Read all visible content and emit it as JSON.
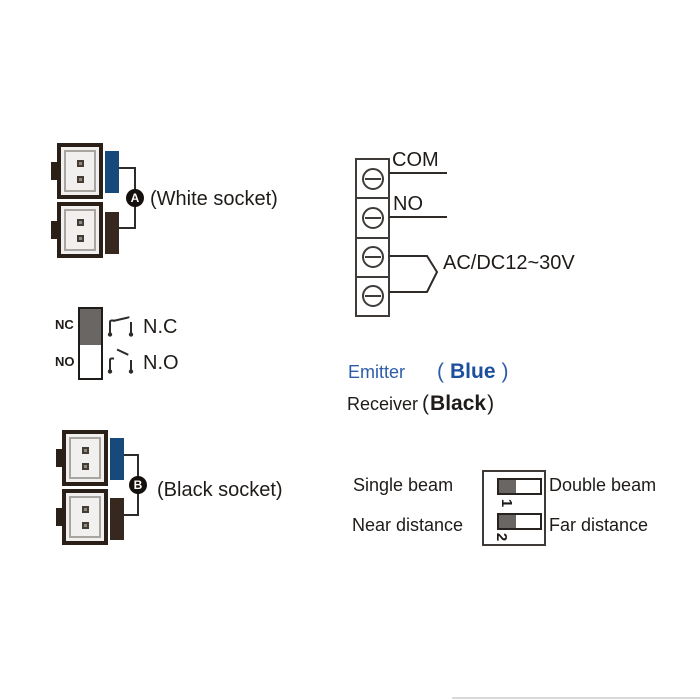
{
  "colors": {
    "line": "#2f2b28",
    "text": "#1f1b18",
    "socket_border": "#2b2018",
    "blue_bar": "#17497b",
    "black_bar": "#36281f",
    "slider_gray": "#6a6663",
    "emitter_blue": "#2b5da9",
    "blue_value": "#1c4f9e"
  },
  "icons": {
    "screw_terminal": "circle-with-horizontal-slot",
    "nc_contact": "closed-switch-contact",
    "no_contact": "open-switch-contact"
  },
  "socket_a": {
    "badge": "A",
    "caption": "(White socket)"
  },
  "switch_block": {
    "nc_small": "NC",
    "no_small": "NO",
    "nc_label": "N.C",
    "no_label": "N.O"
  },
  "socket_b": {
    "badge": "B",
    "caption": "(Black socket)"
  },
  "terminal_block": {
    "wire_labels": [
      "COM",
      "NO"
    ],
    "power_label": "AC/DC12~30V"
  },
  "optics": {
    "emitter_label": "Emitter",
    "emitter_open": "(",
    "emitter_value": "Blue",
    "emitter_close": ")",
    "receiver_label": "Receiver",
    "receiver_open": "(",
    "receiver_value": "Black",
    "receiver_close": ")"
  },
  "dip_switch": {
    "rows": [
      {
        "number": "1",
        "left_label": "Single beam",
        "right_label": "Double beam"
      },
      {
        "number": "2",
        "left_label": "Near distance",
        "right_label": "Far distance"
      }
    ]
  }
}
